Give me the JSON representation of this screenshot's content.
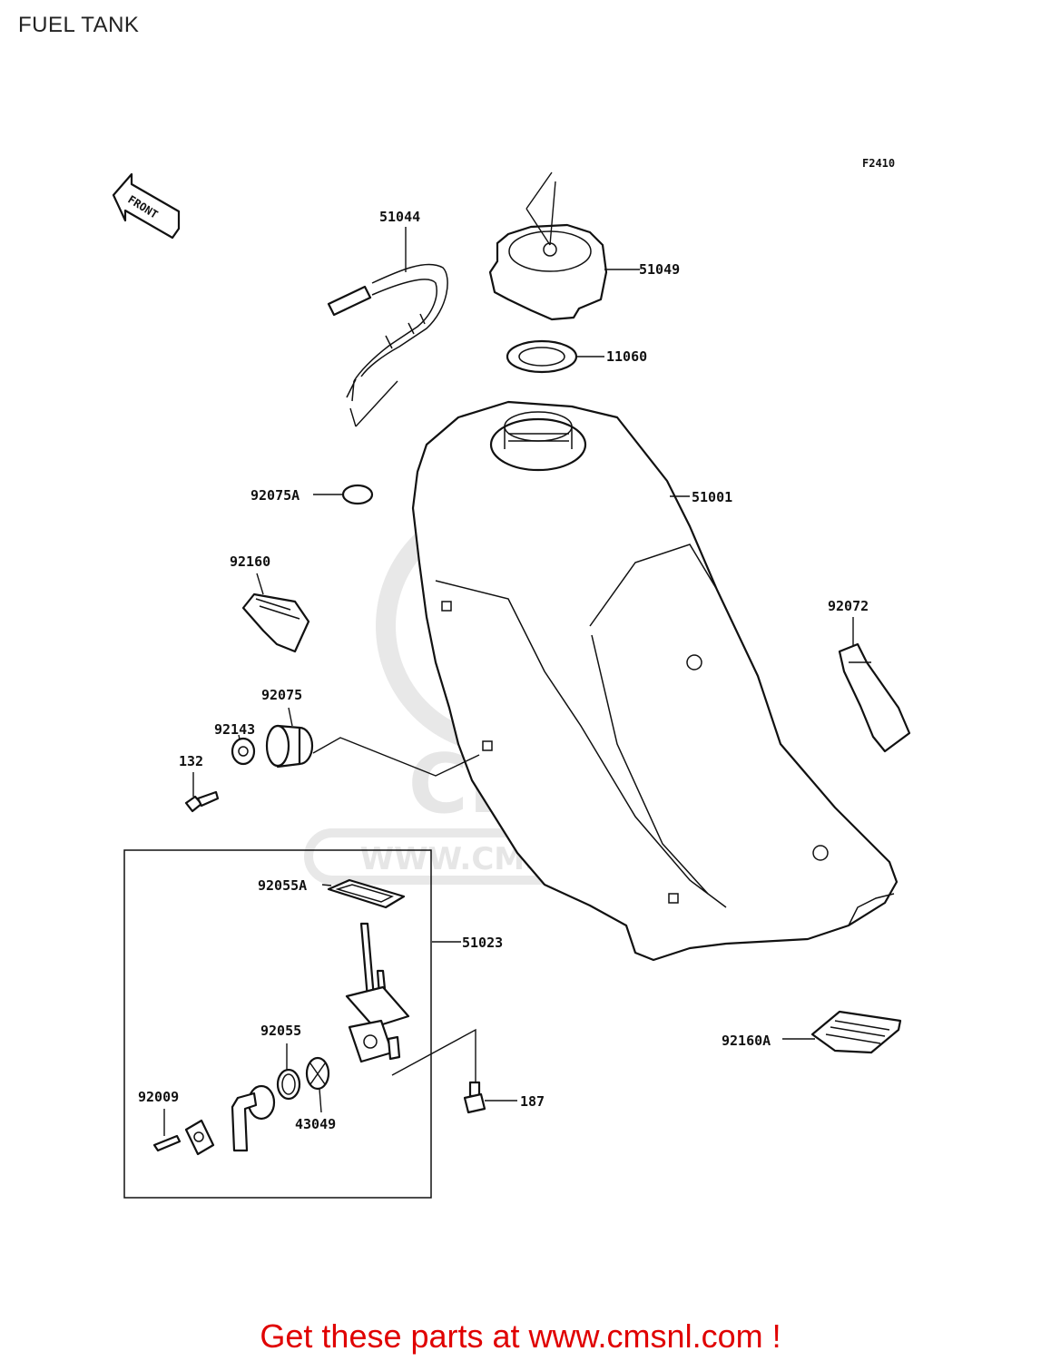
{
  "title": "FUEL TANK",
  "diagram_code": "F2410",
  "front_label": "FRONT",
  "watermark": {
    "brand": "CMS",
    "url": "WWW.CMSNL.COM"
  },
  "parts": [
    {
      "id": "51044",
      "label": "51044"
    },
    {
      "id": "51049",
      "label": "51049"
    },
    {
      "id": "11060",
      "label": "11060"
    },
    {
      "id": "92075A",
      "label": "92075A"
    },
    {
      "id": "51001",
      "label": "51001"
    },
    {
      "id": "92160",
      "label": "92160"
    },
    {
      "id": "92072",
      "label": "92072"
    },
    {
      "id": "92075",
      "label": "92075"
    },
    {
      "id": "92143",
      "label": "92143"
    },
    {
      "id": "132",
      "label": "132"
    },
    {
      "id": "92055A",
      "label": "92055A"
    },
    {
      "id": "51023",
      "label": "51023"
    },
    {
      "id": "92055",
      "label": "92055"
    },
    {
      "id": "92160A",
      "label": "92160A"
    },
    {
      "id": "187",
      "label": "187"
    },
    {
      "id": "92009",
      "label": "92009"
    },
    {
      "id": "43049",
      "label": "43049"
    }
  ],
  "footer": "Get these parts at www.cmsnl.com !"
}
